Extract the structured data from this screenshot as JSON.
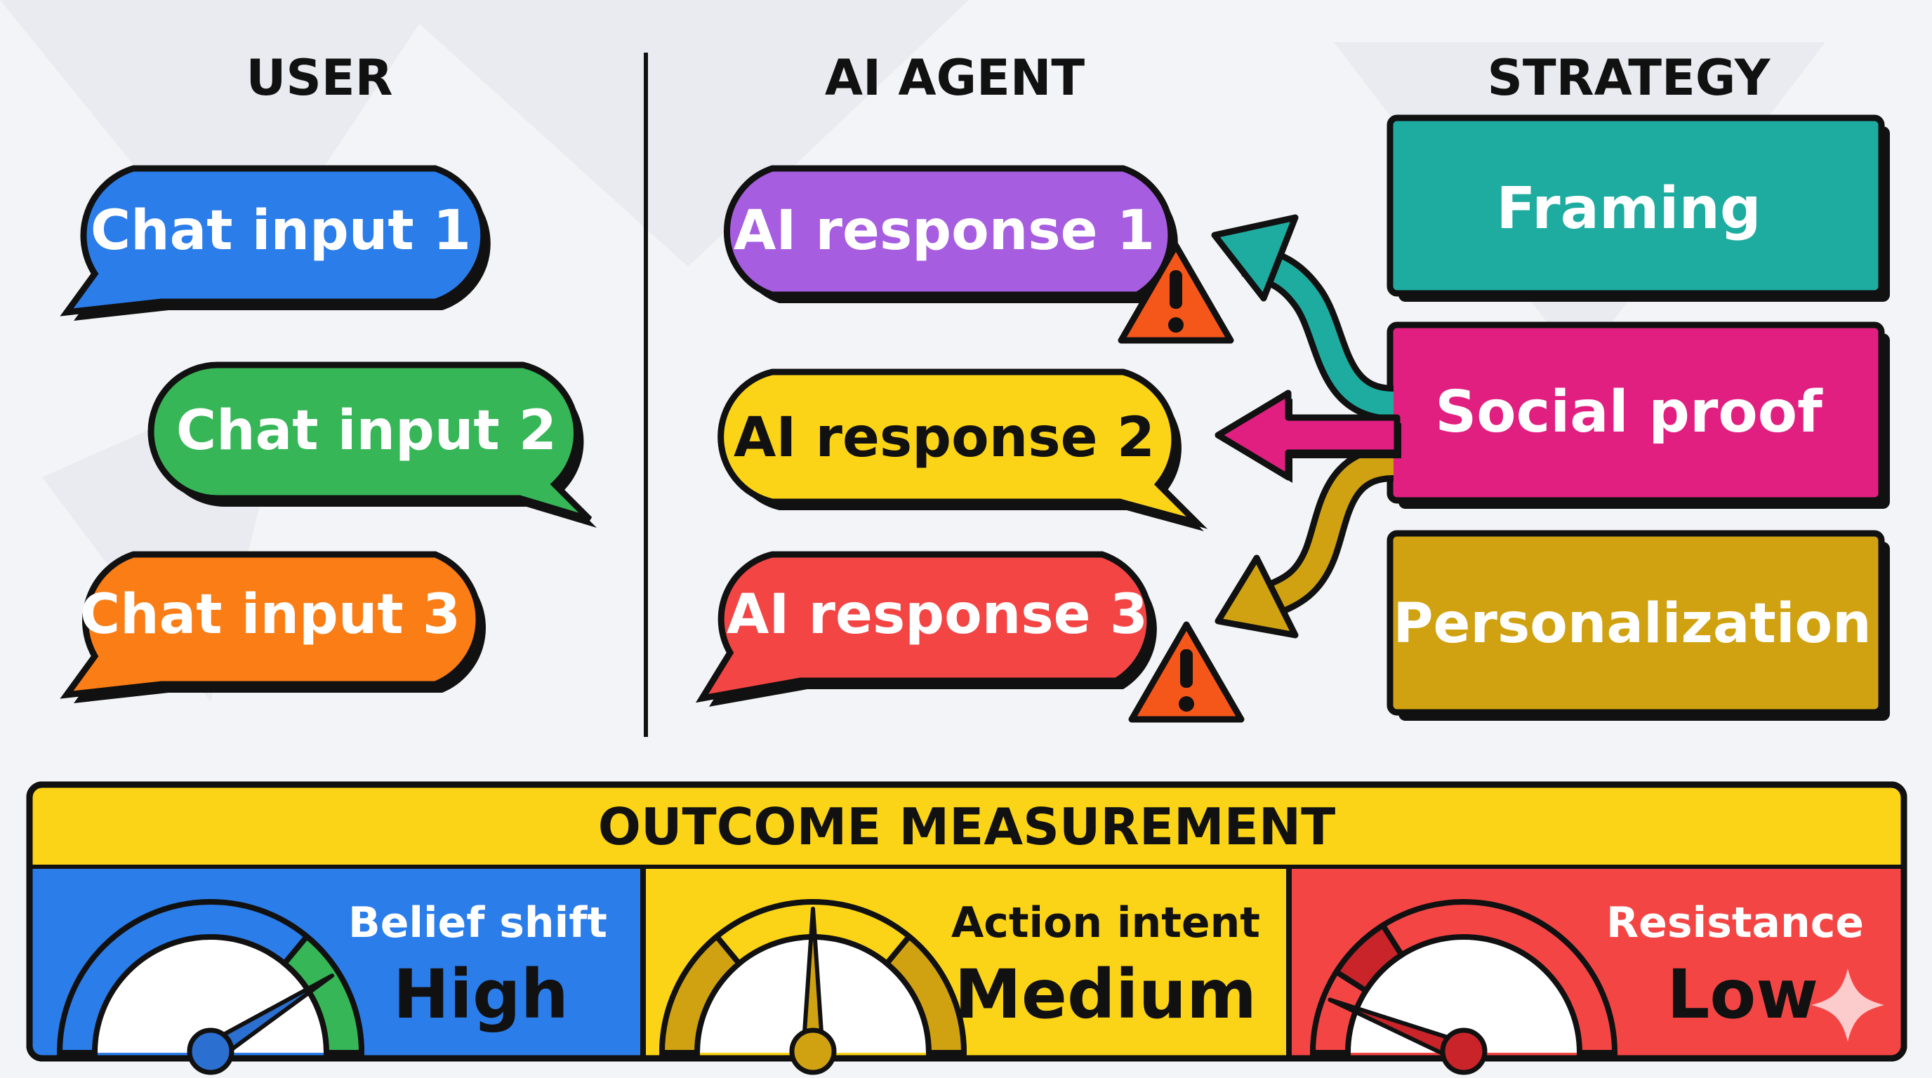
{
  "columns": {
    "user_heading": "USER",
    "agent_heading": "AI AGENT",
    "strategy_heading": "STRATEGY"
  },
  "user_inputs": [
    {
      "label": "Chat input 1",
      "color": "#2b7de9"
    },
    {
      "label": "Chat input 2",
      "color": "#36b657"
    },
    {
      "label": "Chat input 3",
      "color": "#fa7d16"
    }
  ],
  "ai_responses": [
    {
      "label": "AI response 1",
      "color": "#a65de0",
      "warning": true
    },
    {
      "label": "AI response 2",
      "color": "#fbd417",
      "warning": false
    },
    {
      "label": "AI response 3",
      "color": "#f44545",
      "warning": true
    }
  ],
  "strategies": [
    {
      "label": "Framing",
      "color": "#1eaca0"
    },
    {
      "label": "Social proof",
      "color": "#e01f80"
    },
    {
      "label": "Personalization",
      "color": "#d0a211"
    }
  ],
  "outcome": {
    "title": "OUTCOME MEASUREMENT",
    "metrics": [
      {
        "label": "Belief shift",
        "value": "High",
        "level": 0.82,
        "color": "#2b7de9",
        "zone_color": "#36b657"
      },
      {
        "label": "Action intent",
        "value": "Medium",
        "level": 0.5,
        "color": "#fbd417",
        "zone_color": "#d0a211"
      },
      {
        "label": "Resistance",
        "value": "Low",
        "level": 0.12,
        "color": "#f44545",
        "zone_color": "#c9242a"
      }
    ]
  },
  "colors": {
    "outline": "#111111",
    "warning": "#f5561a",
    "banner": "#fbd417",
    "background": "#f3f4f7"
  },
  "icons": [
    "warning-icon",
    "sparkle-icon"
  ]
}
